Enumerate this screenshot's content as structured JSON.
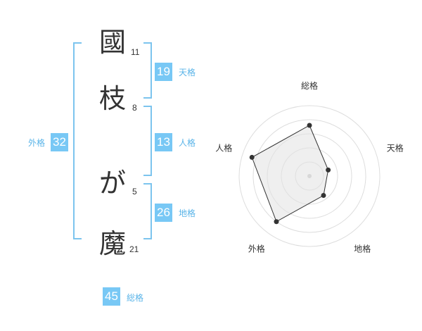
{
  "name": {
    "characters": [
      {
        "char": "國",
        "strokes": "11"
      },
      {
        "char": "枝",
        "strokes": "8"
      },
      {
        "char": "が",
        "strokes": "5"
      },
      {
        "char": "魔",
        "strokes": "21"
      }
    ]
  },
  "fortune": {
    "tenkaku": {
      "label": "天格",
      "value": "19"
    },
    "jinkaku": {
      "label": "人格",
      "value": "13"
    },
    "chikaku": {
      "label": "地格",
      "value": "26"
    },
    "gaikaku": {
      "label": "外格",
      "value": "32"
    },
    "soukaku": {
      "label": "総格",
      "value": "45"
    }
  },
  "colors": {
    "accent": "#78c8f5",
    "bracket": "#7cc4ee",
    "label": "#5ab4e8",
    "radar_fill": "#f0f0f0",
    "radar_line": "#333333"
  },
  "chart_data": {
    "type": "radar",
    "axes": [
      "総格",
      "天格",
      "地格",
      "外格",
      "人格"
    ],
    "values": [
      3.6,
      1.4,
      1.7,
      4.0,
      4.3
    ],
    "max": 5,
    "rings": 5
  }
}
